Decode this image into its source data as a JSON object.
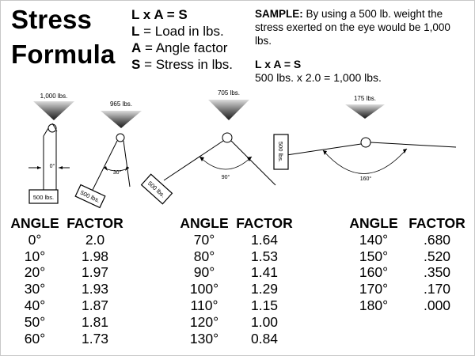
{
  "title": {
    "line1": "Stress",
    "line2": "Formula"
  },
  "formula": {
    "equation": "L x A = S",
    "defs": [
      {
        "sym": "L",
        "text": " = Load in lbs."
      },
      {
        "sym": "A",
        "text": " = Angle factor"
      },
      {
        "sym": "S",
        "text": " = Stress in lbs."
      }
    ]
  },
  "sample": {
    "label": "SAMPLE:",
    "text": " By using a 500 lb. weight the stress exerted on the eye would be 1,000 lbs.",
    "equation": "L x A = S",
    "calc": "500 lbs. x 2.0 = 1,000 lbs."
  },
  "diagrams": [
    {
      "load_label": "1,000 lbs.",
      "angle_label": "0°",
      "weight_label": "500 lbs."
    },
    {
      "load_label": "965 lbs.",
      "angle_label": "30°",
      "weight_label": "500 lbs."
    },
    {
      "load_label": "705 lbs.",
      "angle_label": "90°",
      "weight_label": "500 lbs."
    },
    {
      "load_label": "175 lbs.",
      "angle_label": "160°",
      "weight_label": "500 lbs."
    }
  ],
  "chart_data": {
    "type": "table",
    "columns": [
      "ANGLE",
      "FACTOR"
    ],
    "groups": [
      {
        "rows": [
          [
            "0°",
            "2.0"
          ],
          [
            "10°",
            "1.98"
          ],
          [
            "20°",
            "1.97"
          ],
          [
            "30°",
            "1.93"
          ],
          [
            "40°",
            "1.87"
          ],
          [
            "50°",
            "1.81"
          ],
          [
            "60°",
            "1.73"
          ]
        ]
      },
      {
        "rows": [
          [
            "70°",
            "1.64"
          ],
          [
            "80°",
            "1.53"
          ],
          [
            "90°",
            "1.41"
          ],
          [
            "100°",
            "1.29"
          ],
          [
            "110°",
            "1.15"
          ],
          [
            "120°",
            "1.00"
          ],
          [
            "130°",
            "0.84"
          ]
        ]
      },
      {
        "rows": [
          [
            "140°",
            ".680"
          ],
          [
            "150°",
            ".520"
          ],
          [
            "160°",
            ".350"
          ],
          [
            "170°",
            ".170"
          ],
          [
            "180°",
            ".000"
          ]
        ]
      }
    ]
  }
}
